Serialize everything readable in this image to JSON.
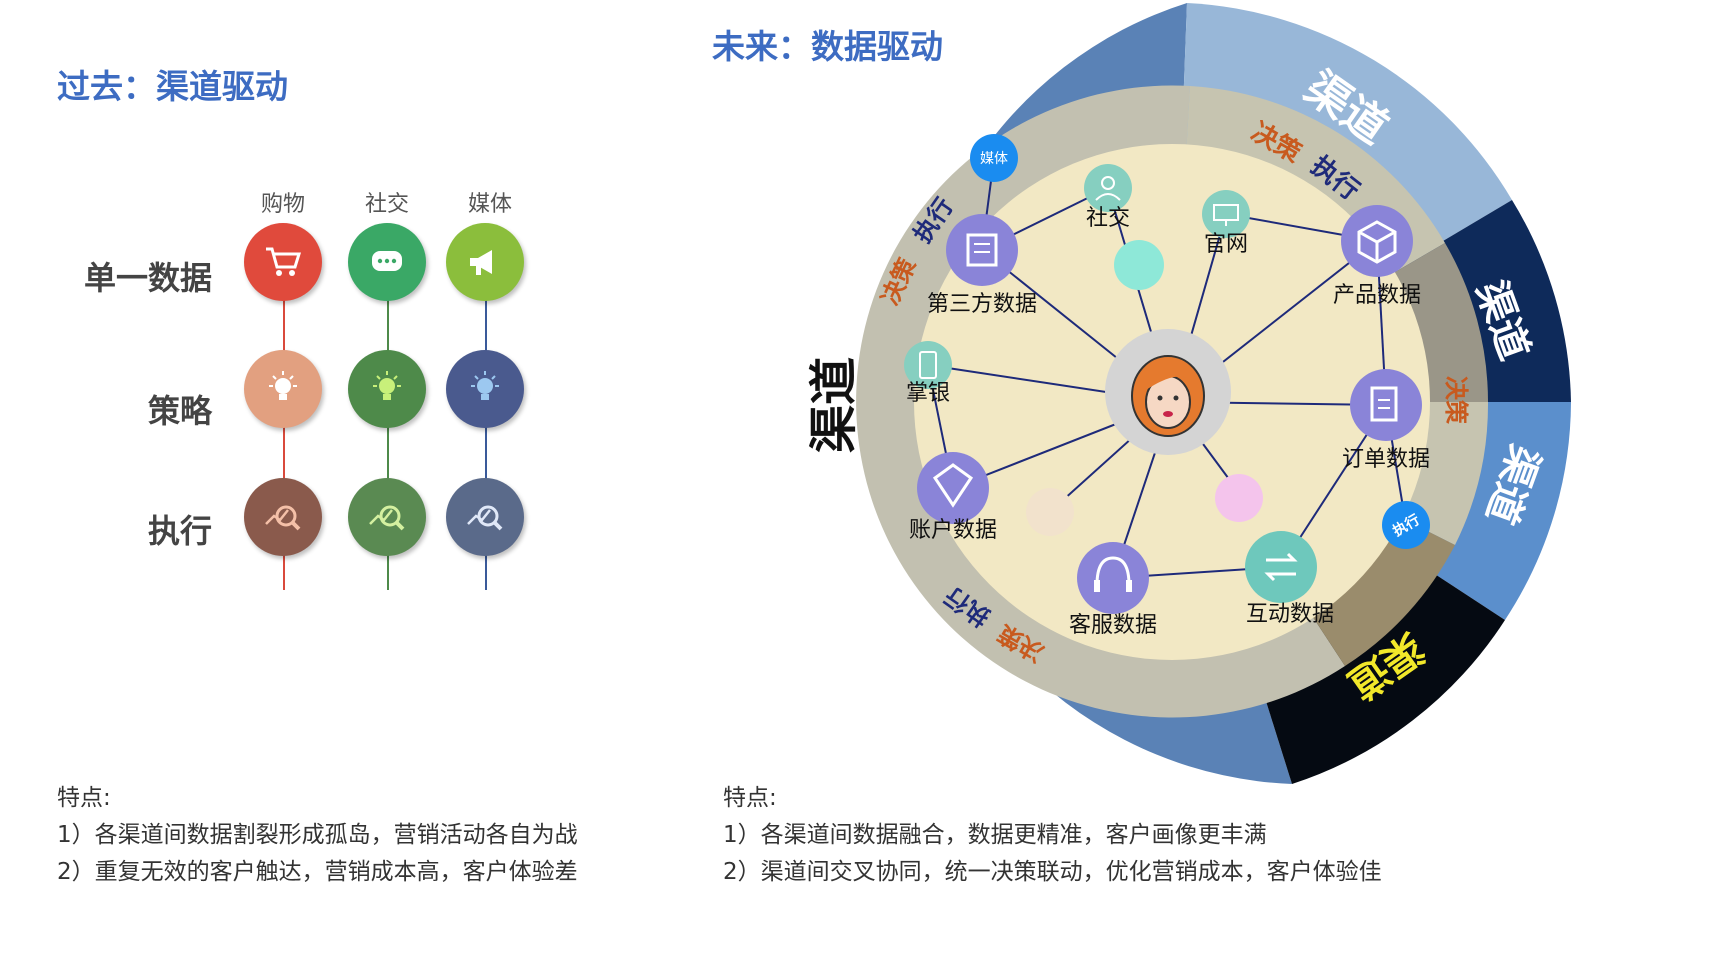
{
  "left": {
    "title": "过去：渠道驱动",
    "columns": [
      "购物",
      "社交",
      "媒体"
    ],
    "rows": [
      "单一数据",
      "策略",
      "执行"
    ],
    "colors": {
      "shopping": [
        "#e04a3c",
        "#e2a080",
        "#8a5a4c"
      ],
      "social": [
        "#3aa866",
        "#4e8a4a",
        "#5a8a52"
      ],
      "media": [
        "#8bbe3c",
        "#4a5a8e",
        "#5a6a8a"
      ]
    },
    "notes": {
      "heading": "特点:",
      "line1": "1）各渠道间数据割裂形成孤岛，营销活动各自为战",
      "line2": "2）重复无效的客户触达，营销成本高，客户体验差"
    }
  },
  "right": {
    "title": "未来：数据驱动",
    "ring_labels": {
      "channel": "渠道",
      "decision": "决策",
      "execute": "执行",
      "media_badge": "媒体",
      "execute_badge": "执行"
    },
    "nodes": {
      "social": "社交",
      "website": "官网",
      "product": "产品数据",
      "third_party": "第三方数据",
      "wallet": "掌银",
      "order": "订单数据",
      "account": "账户数据",
      "service": "客服数据",
      "interaction": "互动数据"
    },
    "notes": {
      "heading": "特点:",
      "line1": "1）各渠道间数据融合，数据更精准，客户画像更丰满",
      "line2": "2）渠道间交叉协同，统一决策联动，优化营销成本，客户体验佳"
    }
  }
}
